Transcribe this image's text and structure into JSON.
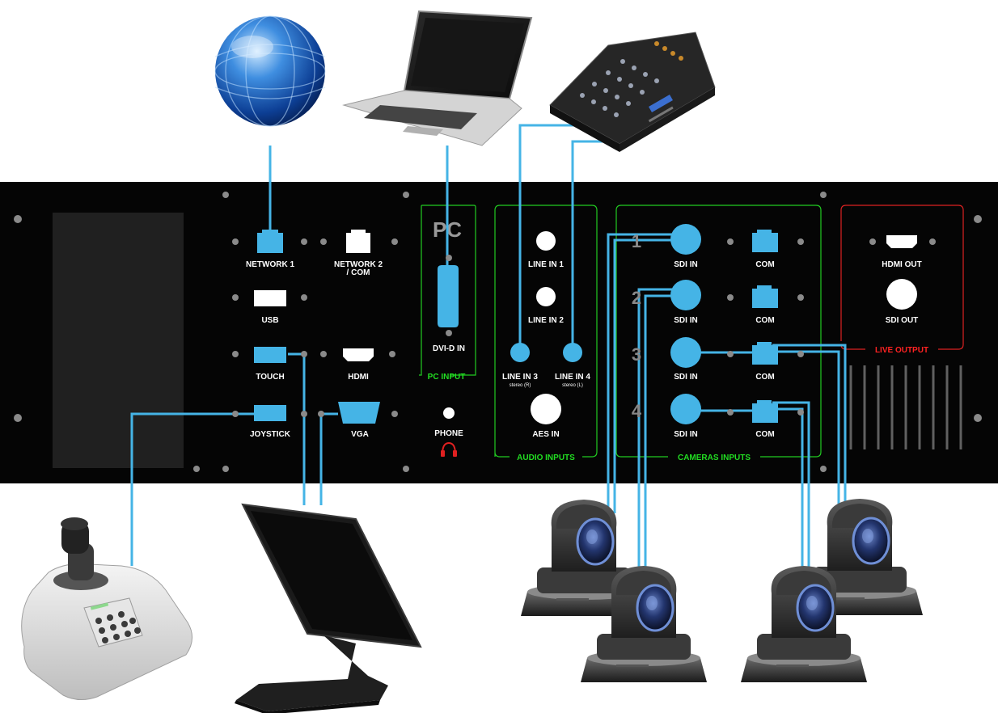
{
  "colors": {
    "panel": "#050505",
    "cable": "#45b4e6",
    "group_green": "#22cc22",
    "group_red": "#dd2222",
    "port_white": "#ffffff"
  },
  "panel": {
    "pc_badge": "PC",
    "ports": {
      "network1": "NETWORK 1",
      "network2_line1": "NETWORK 2",
      "network2_line2": "/ COM",
      "usb": "USB",
      "touch": "TOUCH",
      "hdmi": "HDMI",
      "joystick": "JOYSTICK",
      "vga": "VGA",
      "dvi": "DVI-D IN",
      "phone": "PHONE",
      "line_in_1": "LINE IN 1",
      "line_in_2": "LINE IN 2",
      "line_in_3": "LINE IN 3",
      "line_in_3_sub": "stereo (R)",
      "line_in_4": "LINE IN 4",
      "line_in_4_sub": "stereo (L)",
      "aes_in": "AES IN",
      "sdi_in": "SDI IN",
      "com": "COM",
      "hdmi_out": "HDMI OUT",
      "sdi_out": "SDI OUT"
    },
    "camera_numbers": [
      "1",
      "2",
      "3",
      "4"
    ],
    "sections": {
      "pc_input": "PC INPUT",
      "audio_inputs": "AUDIO INPUTS",
      "cameras_inputs": "CAMERAS INPUTS",
      "live_output": "LIVE OUTPUT"
    }
  },
  "devices": {
    "globe_icon": "globe-icon",
    "laptop_icon": "laptop-icon",
    "mixer_icon": "audio-mixer-icon",
    "joystick_icon": "joystick-controller-icon",
    "monitor_icon": "touch-monitor-icon",
    "camera_icon": "ptz-camera-icon",
    "camera_count": 4
  }
}
